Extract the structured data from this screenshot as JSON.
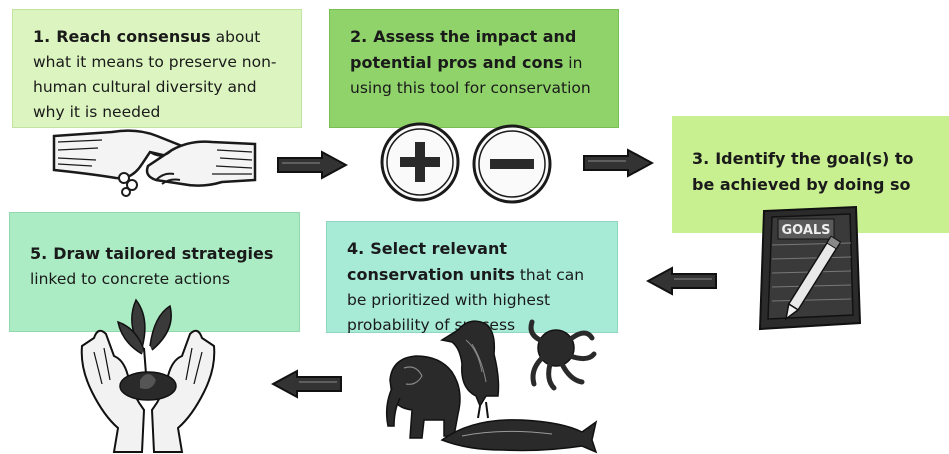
{
  "steps": [
    {
      "num": "1.",
      "bold": "Reach consensus",
      "rest": " about what it means to preserve non-human cultural diversity and why it is needed"
    },
    {
      "num": "2.",
      "bold": "Assess the impact and potential pros and cons",
      "rest": " in using this tool for conservation"
    },
    {
      "num": "3.",
      "bold": "Identify the goal(s) to be achieved by doing so",
      "rest": ""
    },
    {
      "num": "4.",
      "bold": "Select relevant conservation units",
      "rest": " that can be prioritized with highest probability of success"
    },
    {
      "num": "5.",
      "bold": "Draw tailored strategies",
      "rest": " linked to concrete actions"
    }
  ],
  "notebook_label": "GOALS",
  "icons": [
    "handshake-icon",
    "plus-circle-icon",
    "minus-circle-icon",
    "notebook-pencil-icon",
    "animals-icon",
    "hands-seedling-icon",
    "arrow-right-icon",
    "arrow-left-icon"
  ],
  "colors": {
    "step1": "#dcf5c0",
    "step2": "#8fd36a",
    "step3": "#c8ef90",
    "step4": "#a7ebd6",
    "step5": "#acecc4",
    "ink": "#1a1a1a"
  }
}
